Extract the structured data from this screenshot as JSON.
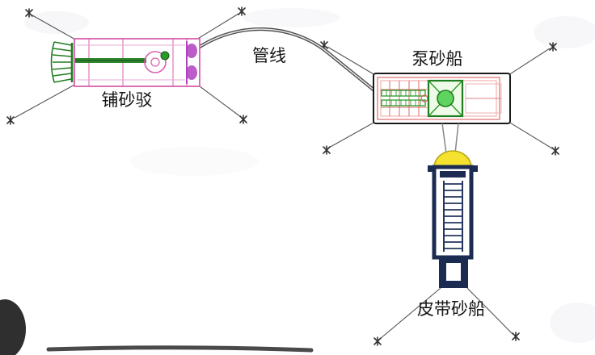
{
  "labels": {
    "spreader_barge": "铺砂驳",
    "pipeline": "管线",
    "pump_ship": "泵砂船",
    "belt_ship": "皮带砂船"
  },
  "colors": {
    "barge_hull_pink": "#d95fae",
    "barge_inner_pink": "#eba8d3",
    "machinery_green": "#1f7d1f",
    "machinery_green_light": "#2a9a2a",
    "end_unit_purple": "#b040c0",
    "pump_frame_black": "#1a1a1a",
    "pump_grid_red": "#e06a6a",
    "pump_unit_green_fill": "#5fd35f",
    "belt_hull_navy": "#1c2b52",
    "funnel_yellow": "#f4e22e",
    "funnel_yellow_edge": "#b8a818",
    "pipeline_gray": "#4a4a4a",
    "mooring_line_gray": "#555555"
  }
}
